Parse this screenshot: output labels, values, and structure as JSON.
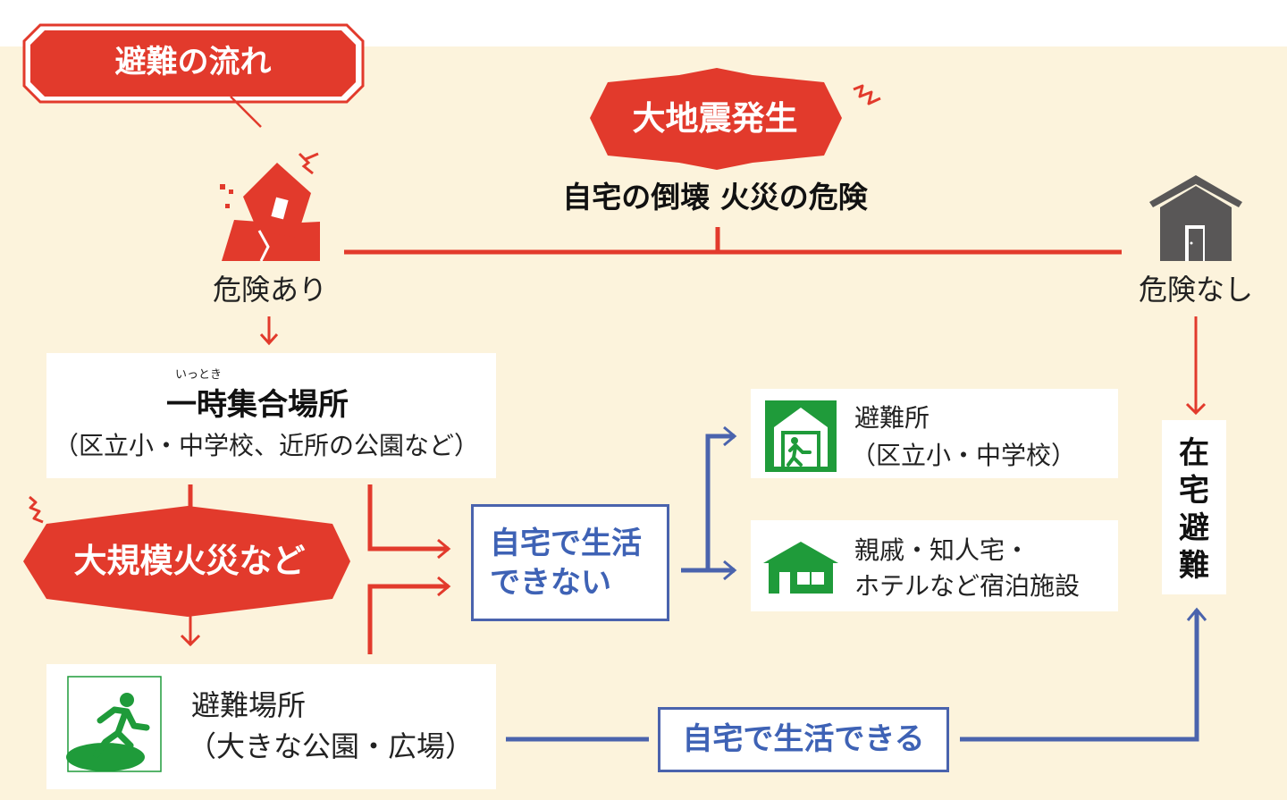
{
  "header": {
    "title": "避難の流れ"
  },
  "trigger": {
    "label": "大地震発生",
    "subtitle": "自宅の倒壊 火災の危険"
  },
  "danger": {
    "present_label": "危険あり",
    "absent_label": "危険なし"
  },
  "temp_assembly": {
    "ruby": "いっとき",
    "title": "一時集合場所",
    "detail": "（区立小・中学校、近所の公園など）"
  },
  "fire": {
    "label": "大規模火災など"
  },
  "evac_site": {
    "title": "避難場所",
    "detail": "（大きな公園・広場）"
  },
  "cannot_live": {
    "line1": "自宅で生活",
    "line2": "できない"
  },
  "shelter": {
    "title": "避難所",
    "detail": "（区立小・中学校）"
  },
  "relatives": {
    "line1": "親戚・知人宅・",
    "line2": "ホテルなど宿泊施設"
  },
  "home_stay": {
    "chars": [
      "在",
      "宅",
      "避",
      "難"
    ]
  },
  "can_live": {
    "label": "自宅で生活できる"
  },
  "colors": {
    "red": "#e23a2c",
    "blue": "#4a63ad",
    "green": "#1f9b3a",
    "house_gray": "#595757",
    "background": "#fcf3dc"
  },
  "icons": [
    "collapsed-house-icon",
    "house-icon",
    "emergency-exit-icon",
    "house-icon-green",
    "running-person-icon"
  ]
}
